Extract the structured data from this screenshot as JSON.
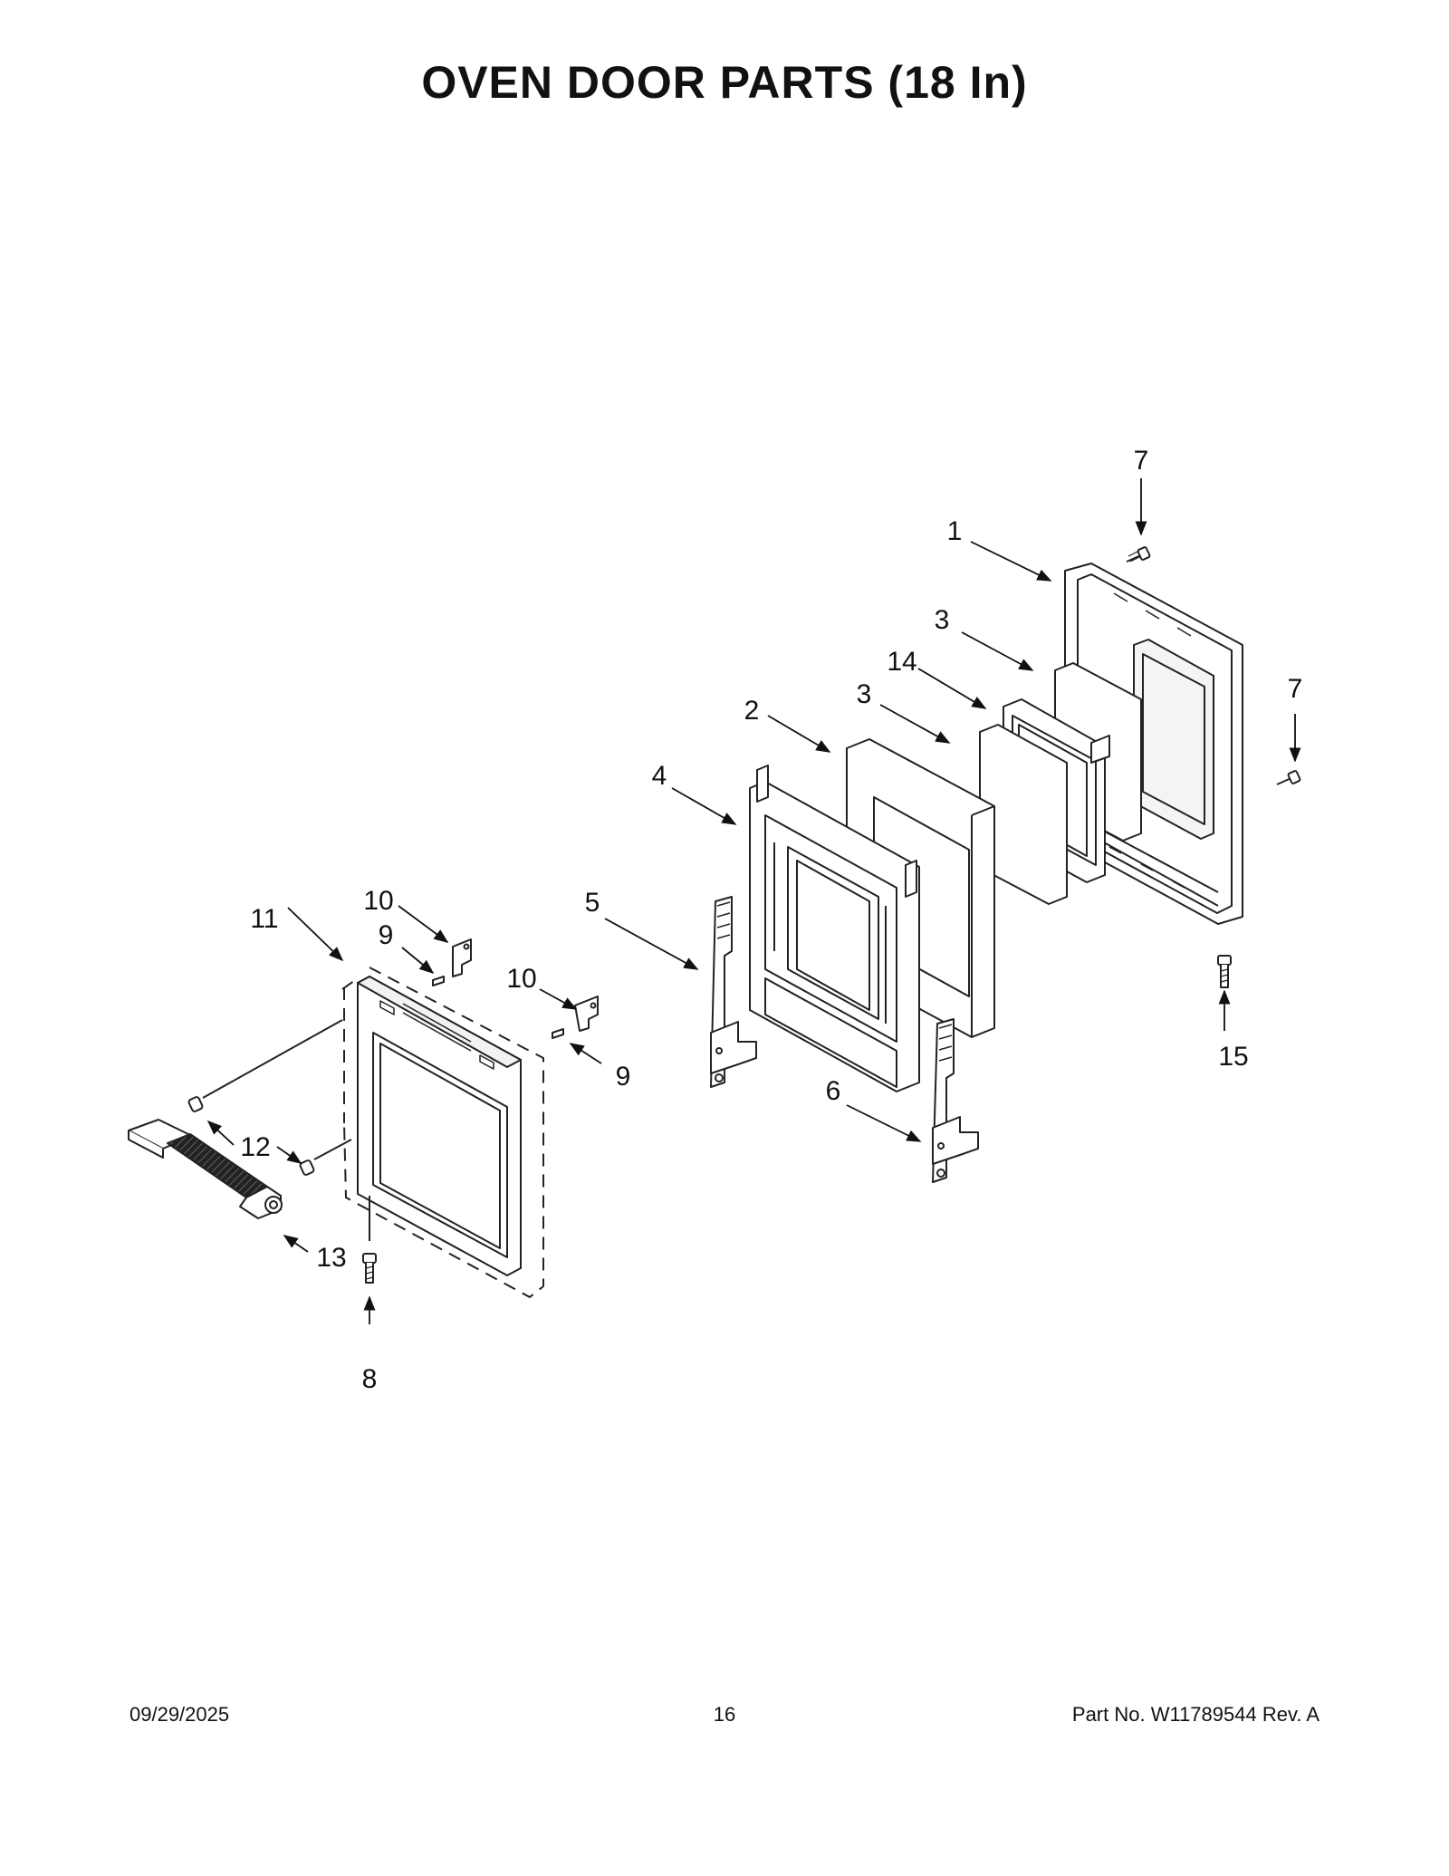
{
  "page": {
    "title": "OVEN DOOR PARTS (18 In)"
  },
  "callouts": {
    "c1": "1",
    "c2": "2",
    "c3a": "3",
    "c3b": "3",
    "c4": "4",
    "c5": "5",
    "c6": "6",
    "c7a": "7",
    "c7b": "7",
    "c8": "8",
    "c9a": "9",
    "c9b": "9",
    "c10a": "10",
    "c10b": "10",
    "c11": "11",
    "c12": "12",
    "c13": "13",
    "c14": "14",
    "c15": "15"
  },
  "footer": {
    "date": "09/29/2025",
    "page_number": "16",
    "part_number": "Part No.  W11789544  Rev.  A"
  }
}
